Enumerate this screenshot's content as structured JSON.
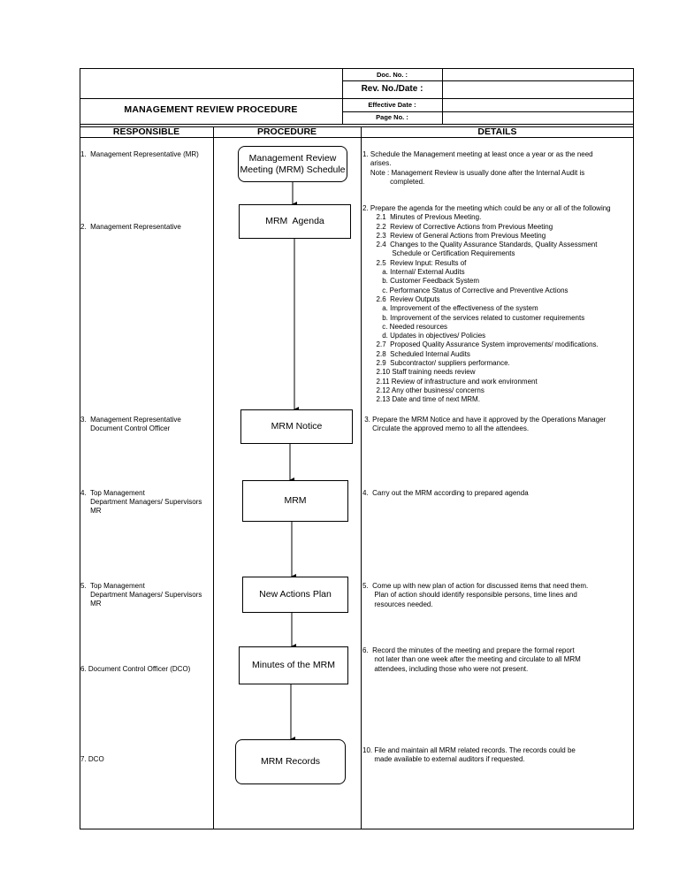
{
  "header": {
    "doc_no_label": "Doc. No. :",
    "rev_no_label": "Rev. No./Date :",
    "effective_date_label": "Effective Date :",
    "page_no_label": "Page No. :",
    "title": "MANAGEMENT REVIEW PROCEDURE"
  },
  "columns": {
    "responsible": "RESPONSIBLE",
    "procedure": "PROCEDURE",
    "details": "DETAILS"
  },
  "steps": [
    {
      "responsible": "1.  Management Representative (MR)",
      "procedure": "Management Review\nMeeting (MRM) Schedule",
      "details": "1. Schedule the Management meeting at least once a year or as the need\n    arises.\n    Note : Management Review is usually done after the Internal Audit is\n              completed."
    },
    {
      "responsible": "2.  Management Representative",
      "procedure": "MRM  Agenda",
      "details": "2. Prepare the agenda for the meeting which could be any or all of the following\n       2.1  Minutes of Previous Meeting.\n       2.2  Review of Corrective Actions from Previous Meeting\n       2.3  Review of General Actions from Previous Meeting\n       2.4  Changes to the Quality Assurance Standards, Quality Assessment\n               Schedule or Certification Requirements\n       2.5  Review Input: Results of\n          a. Internal/ External Audits\n          b. Customer Feedback System\n          c. Performance Status of Corrective and Preventive Actions\n       2.6  Review Outputs\n          a. Improvement of the effectiveness of the system\n          b. Improvement of the services related to customer requirements\n          c. Needed resources\n          d. Updates in objectives/ Policies\n       2.7  Proposed Quality Assurance System improvements/ modifications.\n       2.8  Scheduled Internal Audits\n       2.9  Subcontractor/ suppliers performance.\n       2.10 Staff training needs review\n       2.11 Review of infrastructure and work environment\n       2.12 Any other business/ concerns\n       2.13 Date and time of next MRM."
    },
    {
      "responsible": "3.  Management Representative\n     Document Control Officer",
      "procedure": "MRM Notice",
      "details": " 3. Prepare the MRM Notice and have it approved by the Operations Manager\n     Circulate the approved memo to all the attendees."
    },
    {
      "responsible": "4.  Top Management\n     Department Managers/ Supervisors\n     MR",
      "procedure": "MRM",
      "details": "4.  Carry out the MRM according to prepared agenda"
    },
    {
      "responsible": "5.  Top Management\n     Department Managers/ Supervisors\n     MR",
      "procedure": "New Actions Plan",
      "details": "5.  Come up with new plan of action for discussed items that need them.\n      Plan of action should identify responsible persons, time lines and\n      resources needed."
    },
    {
      "responsible": "6. Document Control Officer (DCO)",
      "procedure": "Minutes of the MRM",
      "details": "6.  Record the minutes of the meeting and prepare the formal report\n      not later than one week after the meeting and circulate to all MRM\n      attendees, including those who were not present."
    },
    {
      "responsible": "7. DCO",
      "procedure": "MRM Records",
      "details": "10. File and maintain all MRM related records. The records could be\n      made available to external auditors if requested."
    }
  ]
}
